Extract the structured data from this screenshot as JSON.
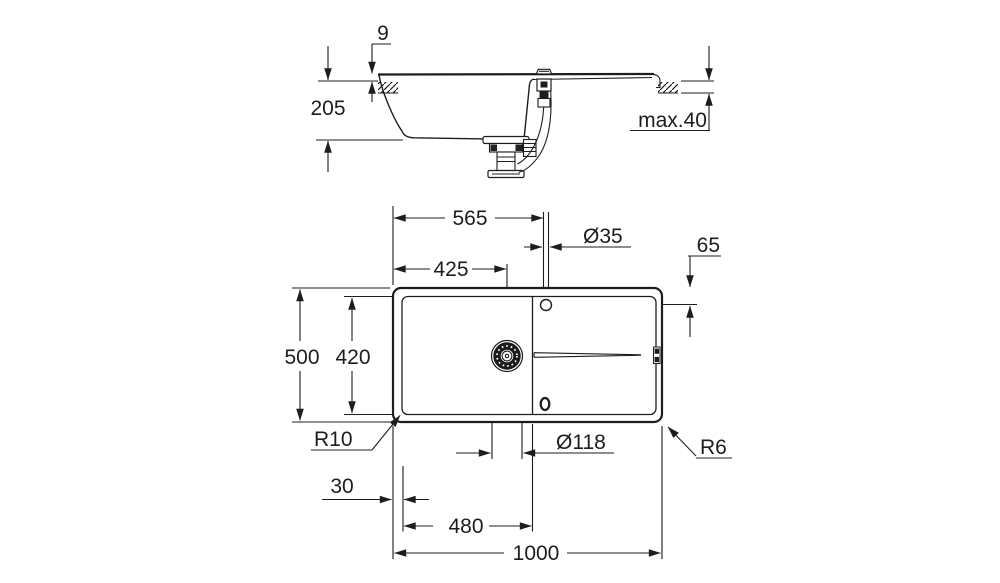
{
  "side": {
    "rim_height": "9",
    "depth": "205",
    "countertop_max": "max.40"
  },
  "plan": {
    "faucet_from_left": "565",
    "faucet_hole_dia": "Ø35",
    "faucet_from_edge": "65",
    "drain_from_left": "425",
    "overall_depth": "500",
    "bowl_depth": "420",
    "bowl_corner_radius": "R10",
    "drain_dia": "Ø118",
    "outer_corner_radius": "R6",
    "edge_to_bowl": "30",
    "bowl_length": "480",
    "overall_length": "1000"
  },
  "colors": {
    "line": "#1d1d1d",
    "background": "#ffffff"
  }
}
